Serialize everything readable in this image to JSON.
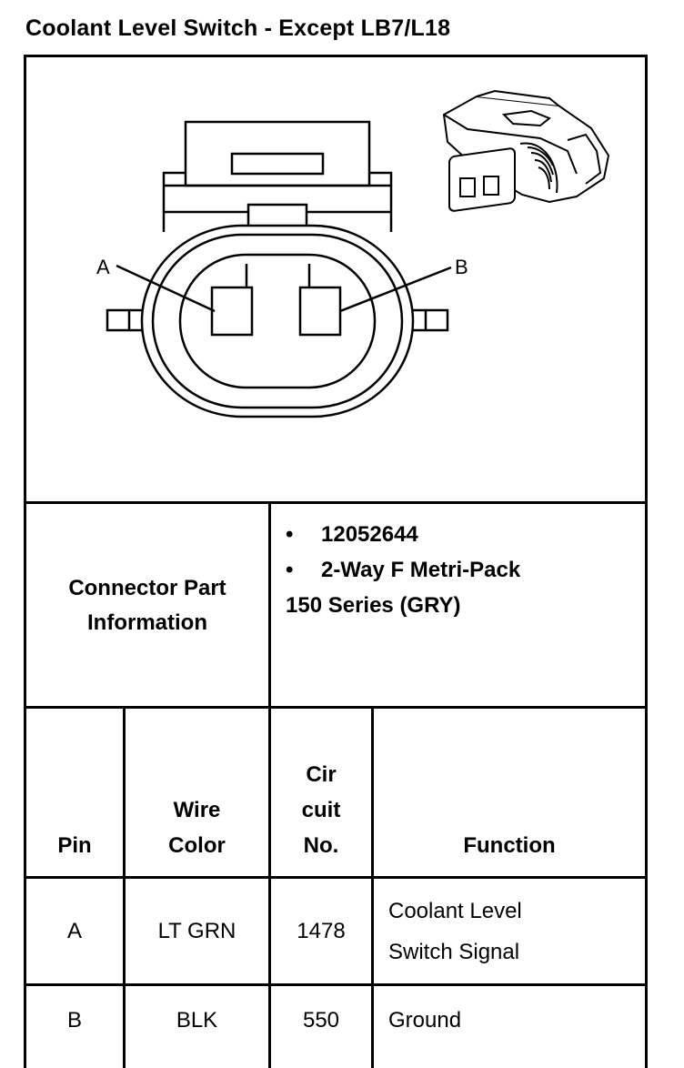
{
  "title": "Coolant Level Switch - Except LB7/L18",
  "diagram": {
    "pin_a_label": "A",
    "pin_b_label": "B"
  },
  "connector": {
    "label_line1": "Connector Part",
    "label_line2": "Information",
    "bullet": "•",
    "part_number": "12052644",
    "desc_line1": "2-Way F Metri-Pack",
    "desc_line2": "150 Series (GRY)"
  },
  "table": {
    "headers": {
      "pin": "Pin",
      "wire_color_1": "Wire",
      "wire_color_2": "Color",
      "circuit_1": "Cir",
      "circuit_2": "cuit",
      "circuit_3": "No.",
      "function": "Function"
    },
    "rows": [
      {
        "pin": "A",
        "wire_color": "LT GRN",
        "circuit": "1478",
        "function_1": "Coolant Level",
        "function_2": "Switch Signal"
      },
      {
        "pin": "B",
        "wire_color": "BLK",
        "circuit": "550",
        "function_1": "Ground",
        "function_2": ""
      }
    ]
  }
}
